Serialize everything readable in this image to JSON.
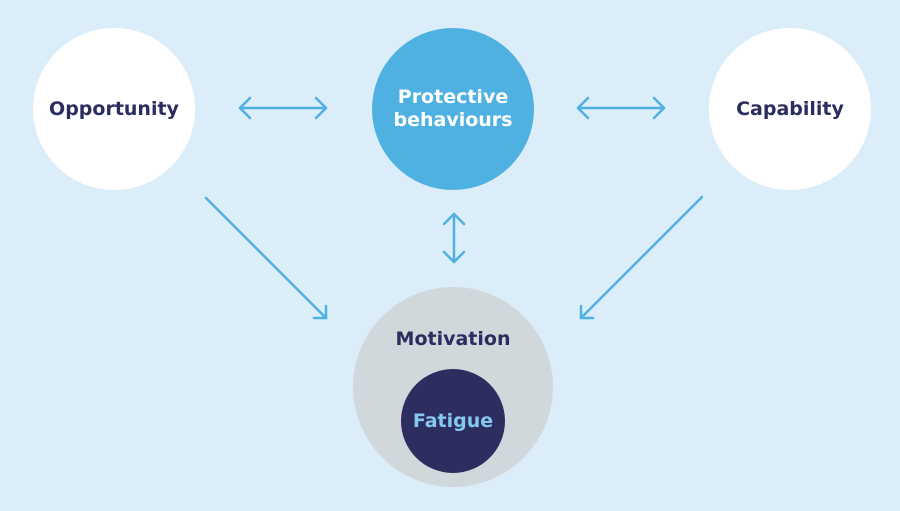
{
  "diagram": {
    "nodes": {
      "opportunity": "Opportunity",
      "protective_line1": "Protective",
      "protective_line2": "behaviours",
      "capability": "Capability",
      "motivation": "Motivation",
      "fatigue": "Fatigue"
    },
    "edges": [
      {
        "from": "Opportunity",
        "to": "Protective behaviours",
        "type": "bidirectional"
      },
      {
        "from": "Protective behaviours",
        "to": "Capability",
        "type": "bidirectional"
      },
      {
        "from": "Protective behaviours",
        "to": "Motivation",
        "type": "bidirectional"
      },
      {
        "from": "Opportunity",
        "to": "Motivation",
        "type": "directed"
      },
      {
        "from": "Capability",
        "to": "Motivation",
        "type": "directed"
      }
    ],
    "colors": {
      "background": "#dcedfa",
      "arrow": "#4fb0e2",
      "accent": "#4fb0e2",
      "dark": "#2e2d5f",
      "motivation_fill": "#d1d8db"
    }
  }
}
